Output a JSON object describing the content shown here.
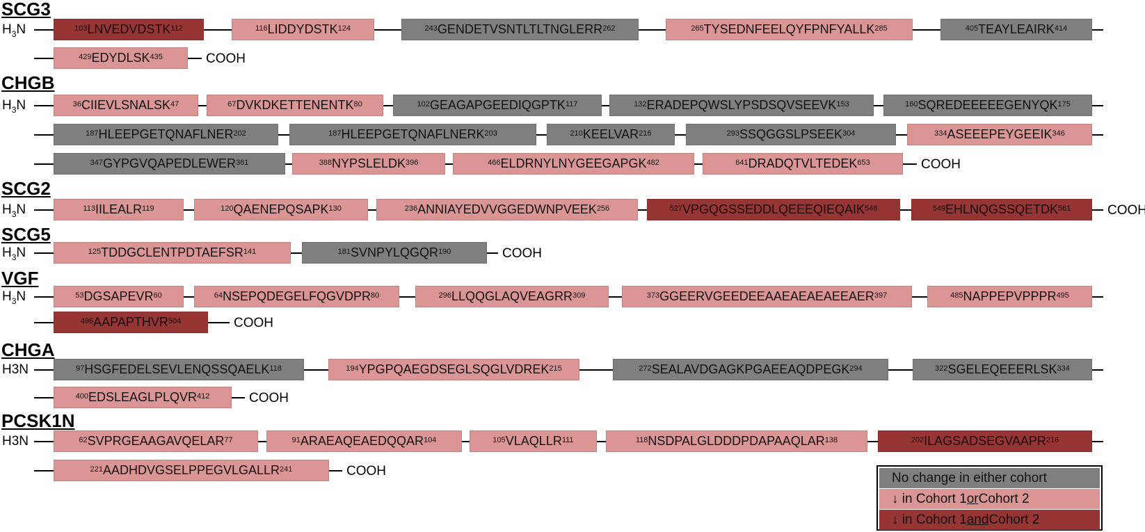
{
  "legend_colors": {
    "none": "#7f7f7f",
    "either": "#dc9595",
    "both": "#973535"
  },
  "legend": {
    "none": "No change in either cohort",
    "either": {
      "pre": "↓ in Cohort 1 ",
      "mid": "or",
      "post": " Cohort 2"
    },
    "both": {
      "pre": "↓ in Cohort 1 ",
      "mid": "and",
      "post": " Cohort 2"
    }
  },
  "proteins": [
    {
      "name": "SCG3",
      "nterm": "H3N",
      "rows": [
        [
          {
            "start": 103,
            "seq": "LNVEDVDSTK",
            "end": 112,
            "change": "both"
          },
          {
            "start": 116,
            "seq": "LIDDYDSTK",
            "end": 124,
            "change": "either"
          },
          {
            "start": 243,
            "seq": "GENDETVSNTLTLTNGLERR",
            "end": 262,
            "change": "none"
          },
          {
            "start": 265,
            "seq": "TYSEDNFEELQYFPNFYALLK",
            "end": 285,
            "change": "either"
          },
          {
            "start": 405,
            "seq": "TEAYLEAIRK",
            "end": 414,
            "change": "none"
          }
        ],
        [
          {
            "start": 429,
            "seq": "EDYDLSK",
            "end": 435,
            "change": "either"
          }
        ]
      ],
      "cterm": "COOH"
    },
    {
      "name": "CHGB",
      "nterm": "H3N",
      "rows": [
        [
          {
            "start": 36,
            "seq": "CIIEVLSNALSK",
            "end": 47,
            "change": "either"
          },
          {
            "start": 67,
            "seq": "DVKDKETTENENTK",
            "end": 80,
            "change": "either"
          },
          {
            "start": 102,
            "seq": "GEAGAPGEEDIQGPTK",
            "end": 117,
            "change": "none"
          },
          {
            "start": 132,
            "seq": "ERADEPQWSLYPSDSQVSEEVK",
            "end": 153,
            "change": "none"
          },
          {
            "start": 160,
            "seq": "SQREDEEEEEGENYQK",
            "end": 175,
            "change": "none"
          }
        ],
        [
          {
            "start": 187,
            "seq": "HLEEPGETQNAFLNER",
            "end": 202,
            "change": "none"
          },
          {
            "start": 187,
            "seq": "HLEEPGETQNAFLNERK",
            "end": 203,
            "change": "none"
          },
          {
            "start": 210,
            "seq": "KEELVAR",
            "end": 216,
            "change": "none"
          },
          {
            "start": 293,
            "seq": "SSQGGSLPSEEK",
            "end": 304,
            "change": "none"
          },
          {
            "start": 334,
            "seq": "ASEEEPEYGEEIK",
            "end": 346,
            "change": "either"
          }
        ],
        [
          {
            "start": 347,
            "seq": "GYPGVQAPEDLEWER",
            "end": 361,
            "change": "none"
          },
          {
            "start": 388,
            "seq": "NYPSLELDK",
            "end": 396,
            "change": "either"
          },
          {
            "start": 466,
            "seq": "ELDRNYLNYGEEGAPGK",
            "end": 482,
            "change": "either"
          },
          {
            "start": 641,
            "seq": "DRADQTVLTEDEK",
            "end": 653,
            "change": "either"
          }
        ]
      ],
      "cterm": "COOH"
    },
    {
      "name": "SCG2",
      "nterm": "H3N",
      "rows": [
        [
          {
            "start": 113,
            "seq": "IILEALR",
            "end": 119,
            "change": "either"
          },
          {
            "start": 120,
            "seq": "QAENEPQSAPK",
            "end": 130,
            "change": "either"
          },
          {
            "start": 236,
            "seq": "ANNIAYEDVVGGEDWNPVEEK",
            "end": 256,
            "change": "either"
          },
          {
            "start": 527,
            "seq": "VPGQGSSEDDLQEEEQIEQAIK",
            "end": 548,
            "change": "both"
          },
          {
            "start": 549,
            "seq": "EHLNQGSSQETDK",
            "end": 561,
            "change": "both"
          }
        ]
      ],
      "cterm": "COOH"
    },
    {
      "name": "SCG5",
      "nterm": "H3N",
      "rows": [
        [
          {
            "start": 125,
            "seq": "TDDGCLENTPDTAEFSR",
            "end": 141,
            "change": "either"
          },
          {
            "start": 181,
            "seq": "SVNPYLQGQR",
            "end": 190,
            "change": "none"
          }
        ]
      ],
      "cterm": "COOH"
    },
    {
      "name": "VGF",
      "nterm": "H3N",
      "rows": [
        [
          {
            "start": 53,
            "seq": "DGSAPEVR",
            "end": 60,
            "change": "either"
          },
          {
            "start": 64,
            "seq": "NSEPQDEGELFQGVDPR",
            "end": 80,
            "change": "either"
          },
          {
            "start": 296,
            "seq": "LLQQGLAQVEAGRR",
            "end": 309,
            "change": "either"
          },
          {
            "start": 373,
            "seq": "GGEERVGEEDEEAAEAEAEAEEAER",
            "end": 397,
            "change": "either"
          },
          {
            "start": 485,
            "seq": "NAPPEPVPPPR",
            "end": 495,
            "change": "either"
          }
        ],
        [
          {
            "start": 496,
            "seq": "AAPAPTHVR",
            "end": 504,
            "change": "both"
          }
        ]
      ],
      "cterm": "COOH"
    },
    {
      "name": "CHGA",
      "nterm": "H3N",
      "rows": [
        [
          {
            "start": 97,
            "seq": "HSGFEDELSEVLENQSSQAELK",
            "end": 118,
            "change": "none"
          },
          {
            "start": 194,
            "seq": "YPGPQAEGDSEGLSQGLVDREK",
            "end": 215,
            "change": "either"
          },
          {
            "start": 272,
            "seq": "SEALAVDGAGKPGAEEAQDPEGK",
            "end": 294,
            "change": "none"
          },
          {
            "start": 322,
            "seq": "SGELEQEEERLSK",
            "end": 334,
            "change": "none"
          }
        ],
        [
          {
            "start": 400,
            "seq": "EDSLEAGLPLQVR",
            "end": 412,
            "change": "either"
          }
        ]
      ],
      "cterm": "COOH"
    },
    {
      "name": "PCSK1N",
      "nterm": "H3N",
      "rows": [
        [
          {
            "start": 62,
            "seq": "SVPRGEAAGAVQELAR",
            "end": 77,
            "change": "either"
          },
          {
            "start": 91,
            "seq": "ARAEAQEAEDQQAR",
            "end": 104,
            "change": "either"
          },
          {
            "start": 105,
            "seq": "VLAQLLR",
            "end": 111,
            "change": "either"
          },
          {
            "start": 118,
            "seq": "NSDPALGLDDDPDAPAAQLAR",
            "end": 138,
            "change": "either"
          },
          {
            "start": 202,
            "seq": "ILAGSADSEGVAAPR",
            "end": 216,
            "change": "both"
          }
        ],
        [
          {
            "start": 221,
            "seq": "AADHDVGSELPPEGVLGALLR",
            "end": 241,
            "change": "either"
          }
        ]
      ],
      "cterm": "COOH"
    }
  ]
}
